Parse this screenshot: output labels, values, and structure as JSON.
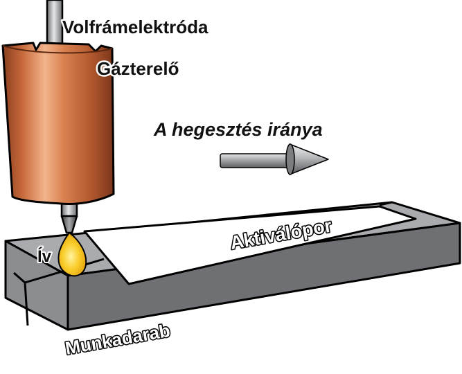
{
  "labels": {
    "electrode": "Volfrámelektróda",
    "gas_nozzle": "Gázterelő",
    "direction": "A hegesztés iránya",
    "activating_powder": "Aktiválópor",
    "arc": "Ív",
    "workpiece": "Munkadarab"
  },
  "colors": {
    "nozzle_copper": "#c0643a",
    "electrode_gray": "#8a8d90",
    "workpiece_gray": "#7d7f82",
    "workpiece_top": "#a9abae",
    "powder_white": "#ffffff",
    "arc_yellow": "#f7c21a",
    "arrow_gray": "#9ea0a3"
  },
  "icons": [
    "direction-arrow-icon"
  ]
}
